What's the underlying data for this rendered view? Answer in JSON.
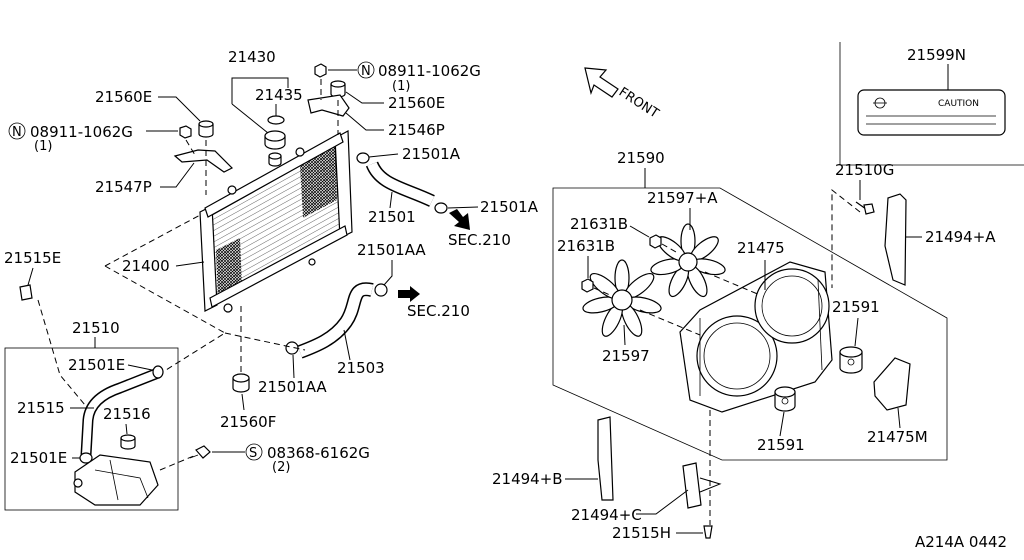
{
  "footer_code": "A214A 0442",
  "front_label": "FRONT",
  "caution_label": "CAUTION",
  "left": {
    "radiator_cap": "21430",
    "cap_seal": "21435",
    "bolt_left": "21560E",
    "bolt_right": "21560E",
    "nut_top": {
      "symbol": "N",
      "part": "08911-1062G",
      "qty": "(1)"
    },
    "nut_left": {
      "symbol": "N",
      "part": "08911-1062G",
      "qty": "(1)"
    },
    "bracket_right": "21546P",
    "bracket_left": "21547P",
    "clamp_upper_a": "21501A",
    "clamp_upper_b": "21501A",
    "hose_upper": "21501",
    "sec_upper": "SEC.210",
    "reservoir_clip": "21515E",
    "radiator": "21400",
    "clamp_lower_a": "21501AA",
    "sec_lower": "SEC.210",
    "reservoir_assy": "21510",
    "clamp_res_top": "21501E",
    "hose_lower": "21503",
    "clamp_lower_b": "21501AA",
    "hose_reservoir": "21515",
    "reservoir_cap": "21516",
    "mount": "21560F",
    "clamp_res_bottom": "21501E",
    "screw": {
      "symbol": "S",
      "part": "08368-6162G",
      "qty": "(2)"
    }
  },
  "right": {
    "caution_plate": "21599N",
    "fan_assy": "21590",
    "bolt": "21510G",
    "fan_a": "21597+A",
    "nut_a": "21631B",
    "nut_b": "21631B",
    "shroud": "21475",
    "seal_a": "21494+A",
    "motor_upper": "21591",
    "fan": "21597",
    "motor_lower": "21591",
    "shroud_lower": "21475M",
    "seal_b": "21494+B",
    "seal_c": "21494+C",
    "clip": "21515H"
  }
}
